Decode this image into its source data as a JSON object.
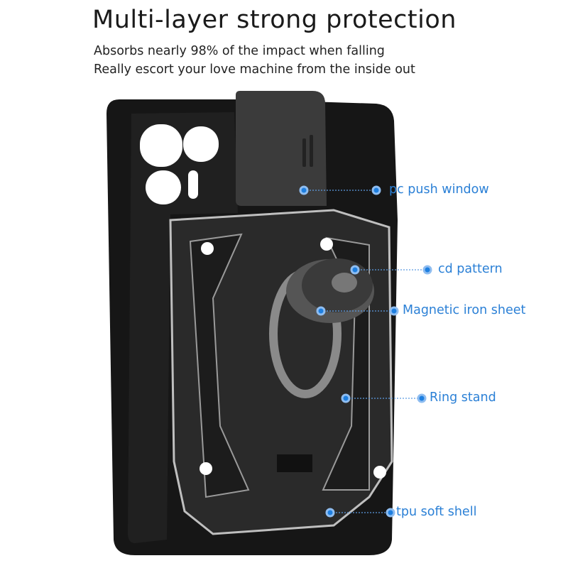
{
  "header": {
    "title": "Multi-layer strong protection",
    "subtitle_lines": [
      "Absorbs nearly 98% of the impact when falling",
      "Really escort your love machine from the inside out"
    ]
  },
  "callouts": [
    {
      "label": "pc push window"
    },
    {
      "label": "cd pattern"
    },
    {
      "label": "Magnetic iron sheet"
    },
    {
      "label": "Ring stand"
    },
    {
      "label": "tpu soft shell"
    }
  ],
  "colors": {
    "accent": "#1e7fe0",
    "label": "#2b80d6",
    "case": "#1b1b1b",
    "armor": "#2a2a2a"
  }
}
